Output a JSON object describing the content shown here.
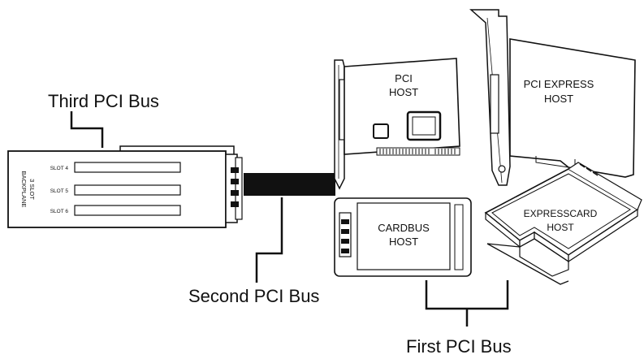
{
  "labels": {
    "third_bus": "Third PCI Bus",
    "second_bus": "Second PCI Bus",
    "first_bus": "First PCI Bus"
  },
  "backplane": {
    "title_line1": "3 SLOT",
    "title_line2": "BACKPLANE",
    "slots": [
      "SLOT 4",
      "SLOT 5",
      "SLOT 6"
    ]
  },
  "hosts": {
    "pci_line1": "PCI",
    "pci_line2": "HOST",
    "pcie_line1": "PCI EXPRESS",
    "pcie_line2": "HOST",
    "cardbus_line1": "CARDBUS",
    "cardbus_line2": "HOST",
    "expresscard_line1": "EXPRESSCARD",
    "expresscard_line2": "HOST"
  }
}
